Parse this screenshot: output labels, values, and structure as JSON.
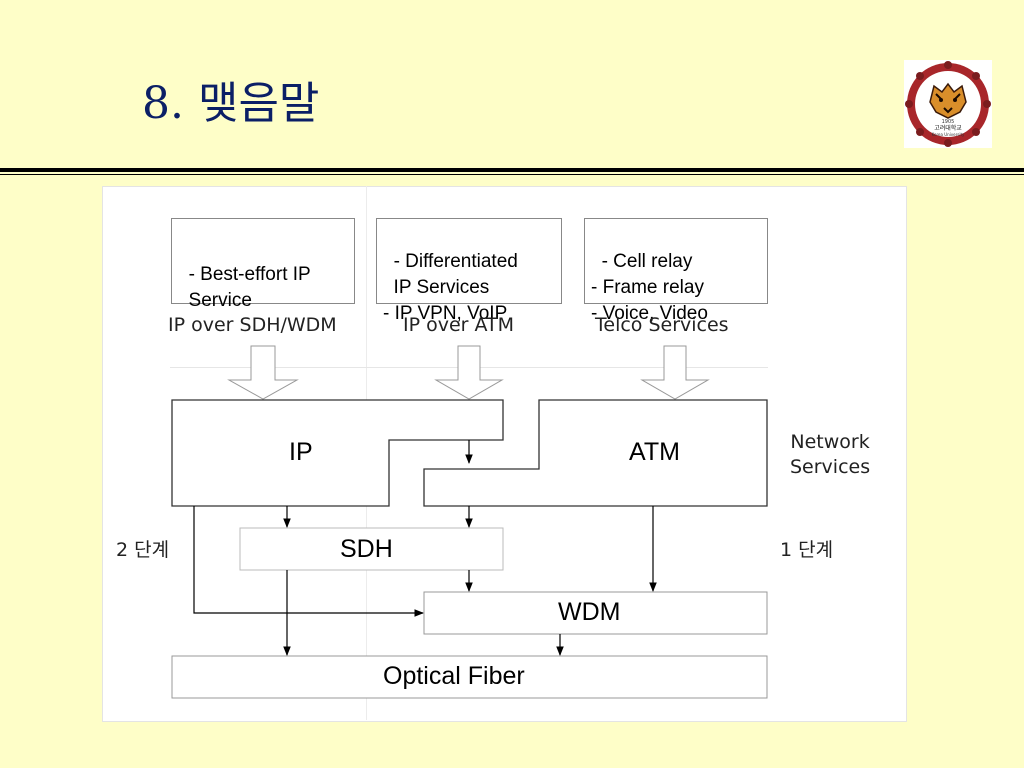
{
  "title": "8. 맺음말",
  "service_boxes": {
    "best_effort": "- Best-effort IP\n  Service",
    "differentiated": "- Differentiated\n  IP Services\n- IP VPN, VoIP",
    "telco": "- Cell relay\n- Frame relay\n- Voice, Video"
  },
  "column_labels": {
    "ip_over_sdh": "IP over SDH/WDM",
    "ip_over_atm": "IP over ATM",
    "telco_services": "Telco Services"
  },
  "blocks": {
    "ip": "IP",
    "atm": "ATM",
    "sdh": "SDH",
    "wdm": "WDM",
    "optical_fiber": "Optical Fiber"
  },
  "side_labels": {
    "network_services": "Network\nServices",
    "stage_2": "2 단계",
    "stage_1": "1 단계"
  },
  "logo_text": {
    "year": "1905",
    "name": "고려대학교",
    "english": "Korea University"
  }
}
